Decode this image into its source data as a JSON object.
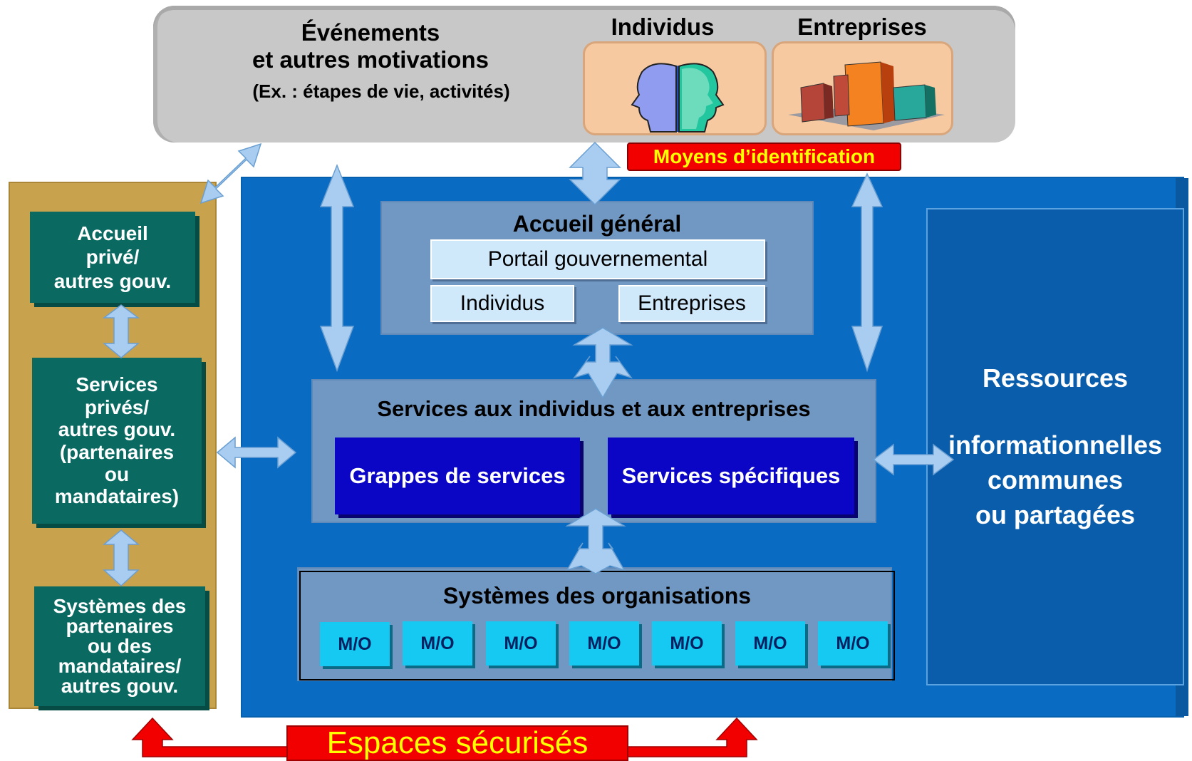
{
  "top": {
    "events_line1": "Événements",
    "events_line2": "et autres motivations",
    "events_line3": "(Ex. : étapes de vie, activités)",
    "individus_label": "Individus",
    "entreprises_label": "Entreprises",
    "id_means": "Moyens d’identification",
    "individus_icon": "two-heads-icon",
    "entreprises_icon": "buildings-icon"
  },
  "left": {
    "accueil": [
      "Accueil",
      "privé/",
      "autres gouv."
    ],
    "services": [
      "Services",
      "privés/",
      "autres gouv.",
      "(partenaires",
      "ou",
      "mandataires)"
    ],
    "systemes": [
      "Systèmes des",
      "partenaires",
      "ou des",
      "mandataires/",
      "autres gouv."
    ]
  },
  "center": {
    "accueil_general": "Accueil général",
    "portail": "Portail gouvernemental",
    "individus": "Individus",
    "entreprises": "Entreprises",
    "services_title": "Services aux individus et aux entreprises",
    "grappes": "Grappes de services",
    "specifiques": "Services spécifiques",
    "systemes_title": "Systèmes des organisations",
    "mo_items": [
      "M/O",
      "M/O",
      "M/O",
      "M/O",
      "M/O",
      "M/O",
      "M/O"
    ]
  },
  "resources": {
    "line1": "Ressources",
    "line2": "informationnelles",
    "line3": "communes",
    "line4": "ou partagées"
  },
  "footer": {
    "espaces": "Espaces sécurisés"
  },
  "colors": {
    "blue": "#0a6bc2",
    "navy": "#0b05c6",
    "cyan": "#16c9f2",
    "teal": "#0a6a62",
    "gold": "#c9a24e",
    "red": "#ff0000",
    "yellow": "#ffff00"
  }
}
